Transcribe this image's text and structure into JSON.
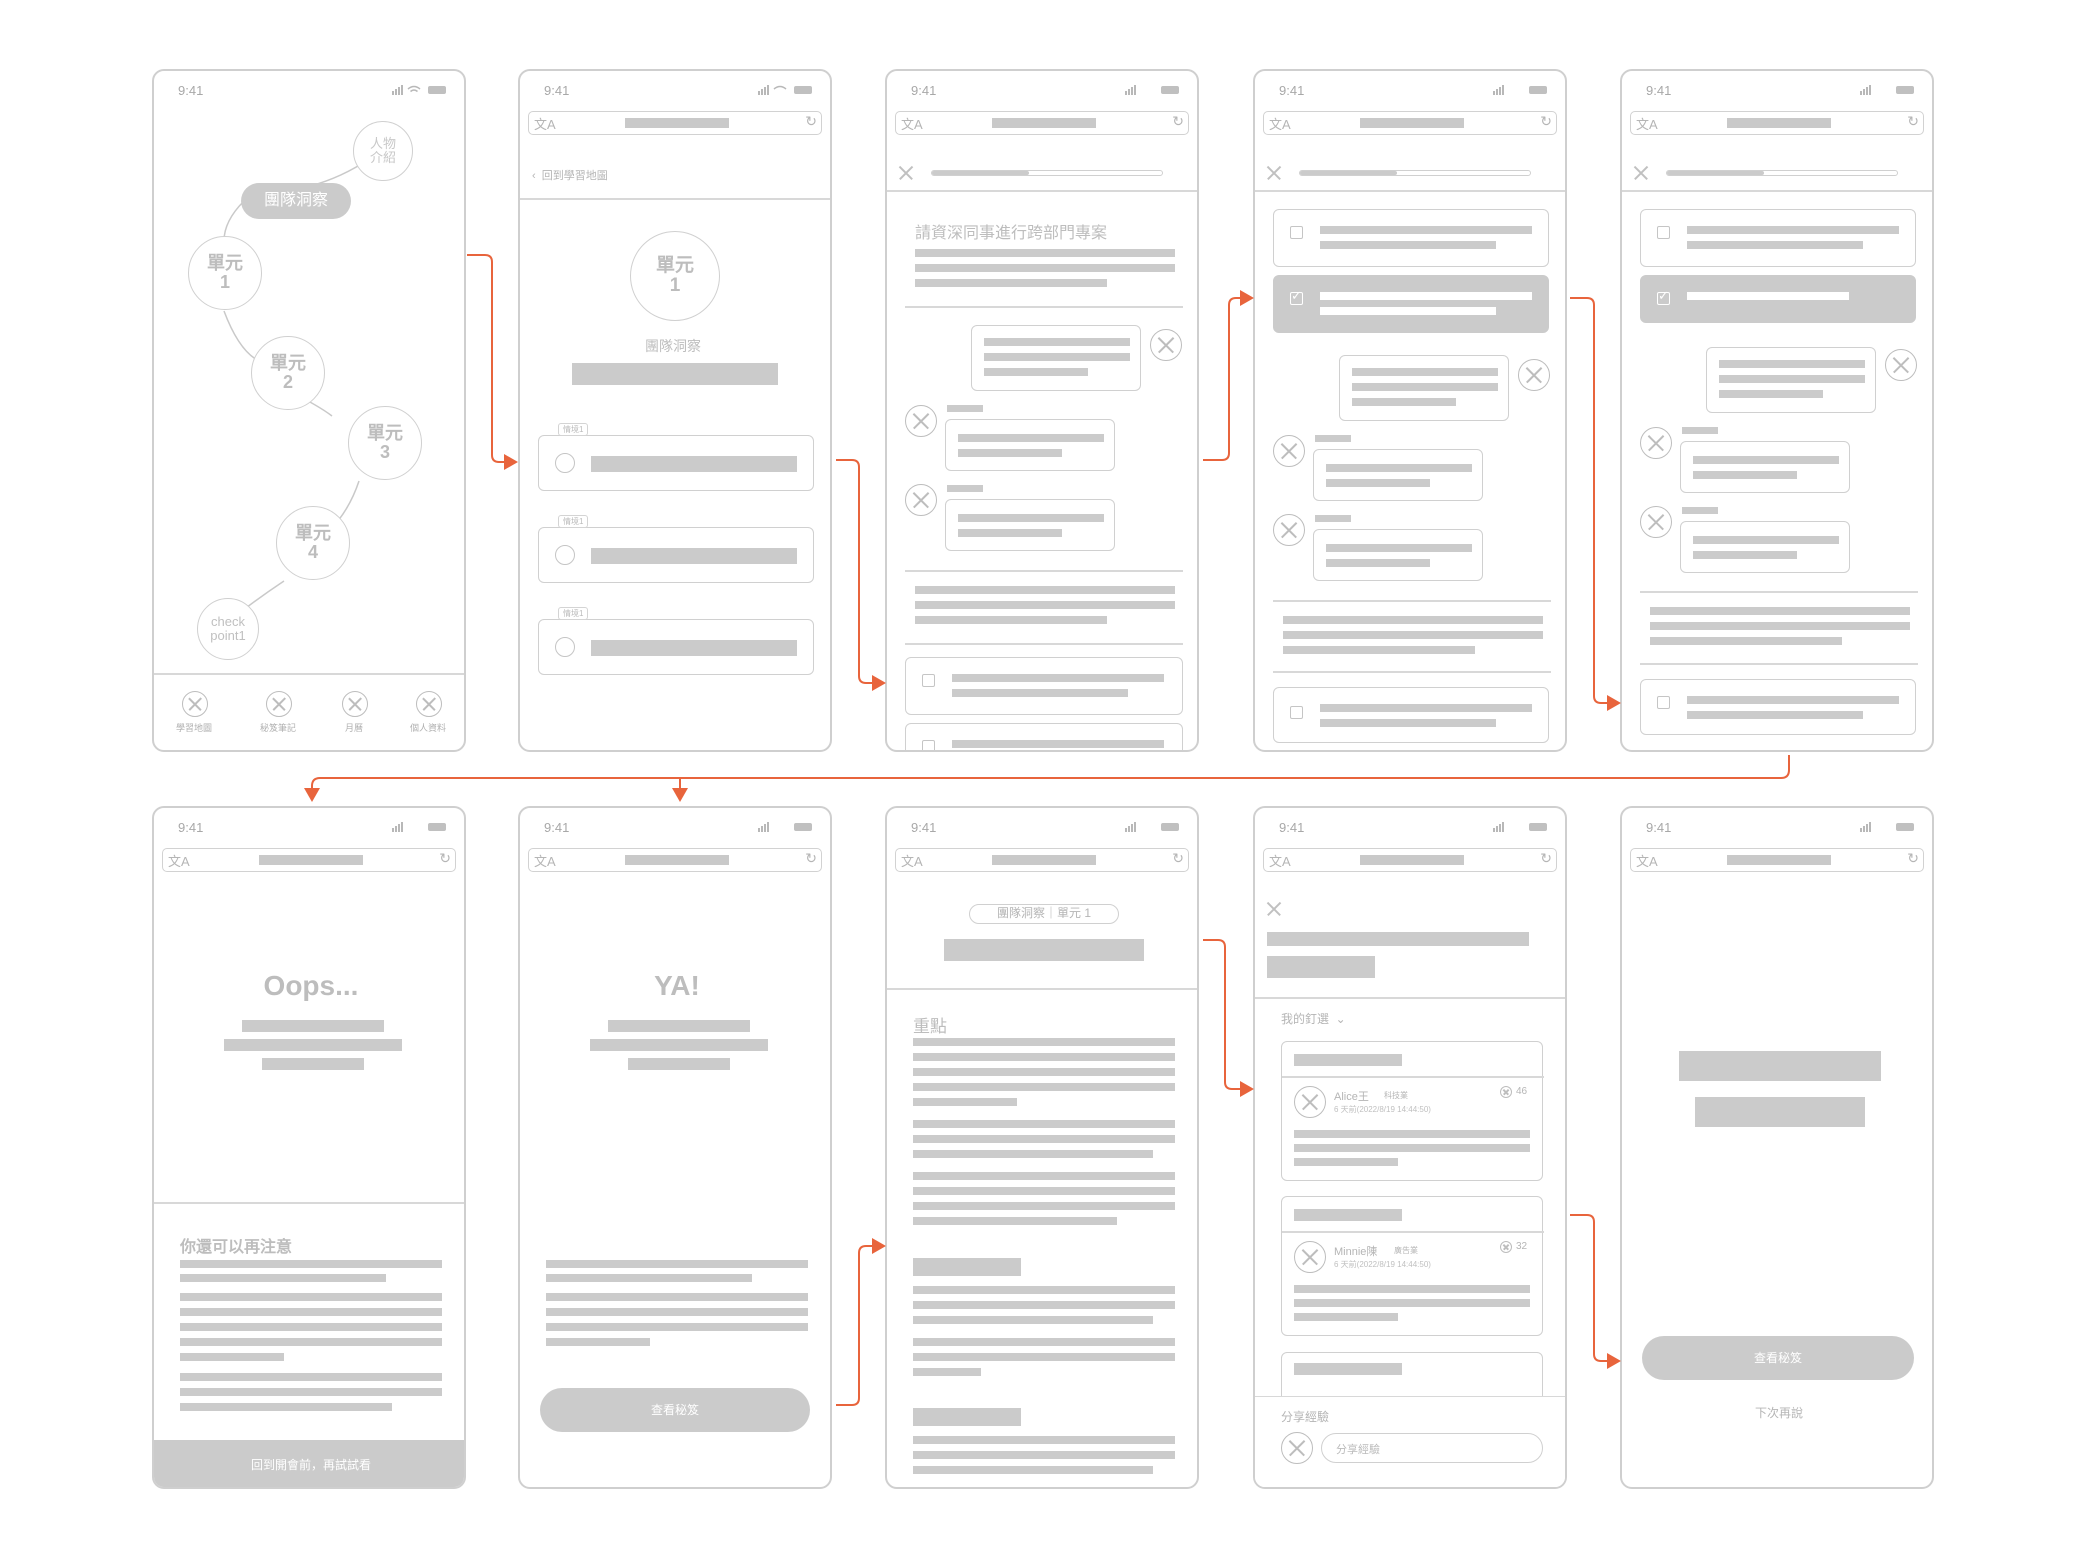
{
  "status": {
    "time": "9:41"
  },
  "map_screen": {
    "nodes": [
      {
        "id": "person",
        "label": "人物\n介紹"
      },
      {
        "id": "unit1",
        "label": "單元\n1"
      },
      {
        "id": "unit2",
        "label": "單元\n2"
      },
      {
        "id": "unit3",
        "label": "單元\n3"
      },
      {
        "id": "unit4",
        "label": "單元\n4"
      },
      {
        "id": "checkpoint",
        "label": "check\npoint1"
      }
    ],
    "current_pill": "團隊洞察",
    "tabs": [
      "學習地圖",
      "秘笈筆記",
      "月曆",
      "個人資料"
    ]
  },
  "unit_screen": {
    "back_label": "回到學習地圖",
    "unit_badge": "單元\n1",
    "subtitle": "團隊洞察",
    "scenarios": [
      "情境1",
      "情境1",
      "情境1"
    ]
  },
  "chat_screen": {
    "prompt": "請資深同事進行跨部門專案"
  },
  "oops_screen": {
    "heading": "Oops...",
    "notice_title": "你還可以再注意",
    "footer_button": "回到開會前，再試試看"
  },
  "ya_screen": {
    "heading": "YA!",
    "button": "查看秘笈"
  },
  "summary_screen": {
    "breadcrumb": "團隊洞察｜單元 1",
    "section": "重點"
  },
  "community_screen": {
    "filter_label": "我的釘選",
    "posts": [
      {
        "author": "Alice王",
        "role": "科技業",
        "time": "6 天前(2022/8/19 14:44:50)",
        "likes": "46"
      },
      {
        "author": "Minnie陳",
        "role": "廣告業",
        "time": "6 天前(2022/8/19 14:44:50)",
        "likes": "32"
      }
    ],
    "share_title": "分享經驗",
    "share_placeholder": "分享經驗"
  },
  "final_screen": {
    "button": "查看秘笈",
    "later": "下次再說"
  },
  "colors": {
    "flow_arrow": "#e8643c",
    "wire_gray": "#cbcbcb",
    "frame_border": "#cfcfcf"
  }
}
